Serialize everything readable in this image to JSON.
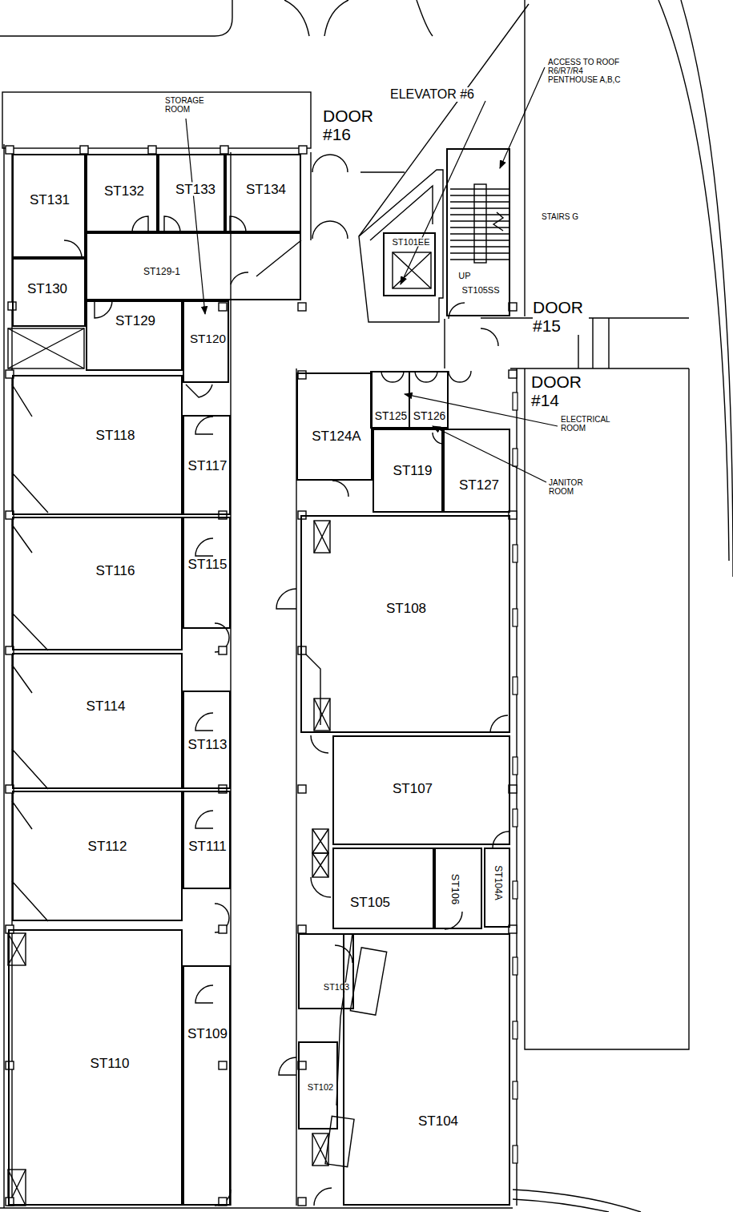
{
  "diagram": {
    "nodes": [
      {
        "text": [
          "ST131"
        ]
      },
      {
        "text": [
          "ST132"
        ]
      },
      {
        "text": [
          "ST133"
        ]
      },
      {
        "text": [
          "ST134"
        ]
      },
      {
        "text": [
          "ST101EE"
        ]
      },
      {
        "text": [
          "UP",
          "ST105SS"
        ]
      },
      {
        "text": [
          "ST130"
        ]
      },
      {
        "text": [
          "ST129-1"
        ]
      },
      {
        "text": [
          "ST129"
        ]
      },
      {
        "text": [
          "ST120"
        ]
      },
      {
        "text": [
          "ST124A"
        ]
      },
      {
        "text": [
          "ST125"
        ]
      },
      {
        "text": [
          "ST126"
        ]
      },
      {
        "text": [
          "ST119"
        ]
      },
      {
        "text": [
          "ST127"
        ]
      },
      {
        "text": [
          "ST118"
        ]
      },
      {
        "text": [
          "ST117"
        ]
      },
      {
        "text": [
          "ST116"
        ]
      },
      {
        "text": [
          "ST115"
        ]
      },
      {
        "text": [
          "ST108"
        ]
      },
      {
        "text": [
          "ST114"
        ]
      },
      {
        "text": [
          "ST113"
        ]
      },
      {
        "text": [
          "ST107"
        ]
      },
      {
        "text": [
          "ST112"
        ]
      },
      {
        "text": [
          "ST111"
        ]
      },
      {
        "text": [
          "ST105"
        ]
      },
      {
        "text": [
          "ST106"
        ]
      },
      {
        "text": [
          "ST104A"
        ]
      },
      {
        "text": [
          "ST103"
        ]
      },
      {
        "text": [
          "ST110"
        ]
      },
      {
        "text": [
          "ST109"
        ]
      },
      {
        "text": [
          "ST102"
        ]
      },
      {
        "text": [
          "ST104"
        ]
      }
    ],
    "labels": [
      "STORAGE ROOM",
      "DOOR #16",
      "ELEVATOR #6",
      "ACCESS TO ROOF R6/R7/R4 PENTHOUSE A,B,C",
      "STAIRS G",
      "DOOR #15",
      "DOOR #14",
      "ELECTRICAL ROOM",
      "JANITOR ROOM"
    ]
  }
}
